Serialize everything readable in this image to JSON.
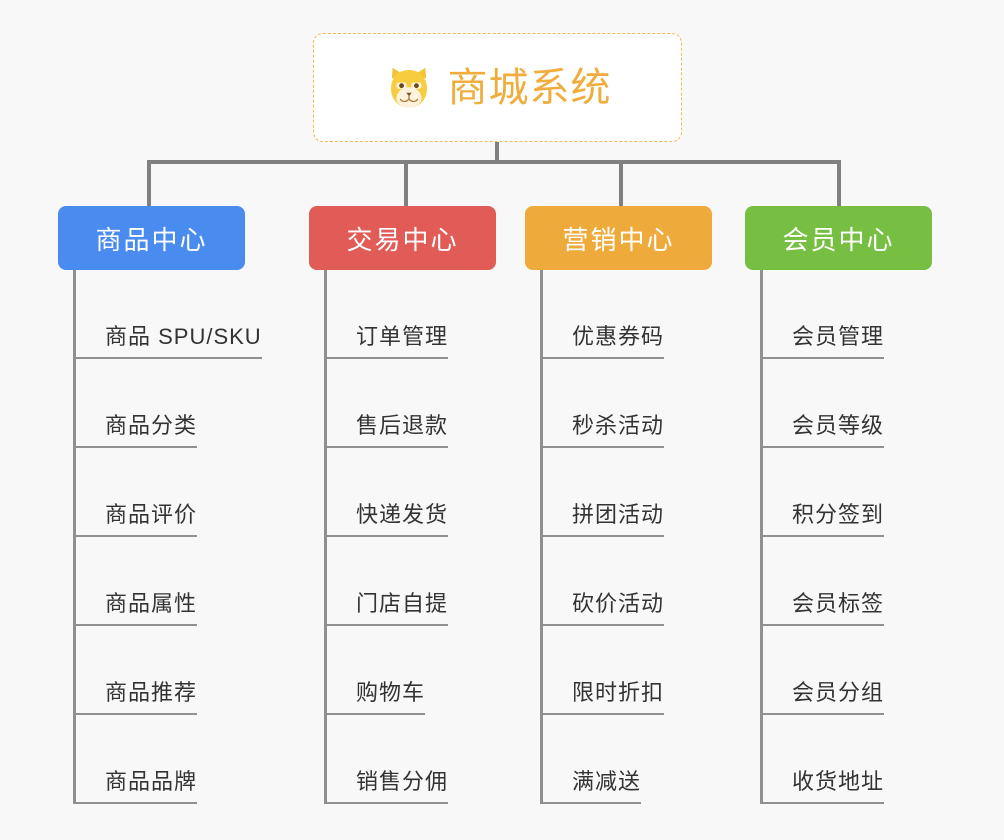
{
  "root": {
    "title": "商城系统",
    "icon": "shiba-dog-icon",
    "border_color": "#f0b952",
    "text_color": "#f0ad3d",
    "background": "#ffffff"
  },
  "canvas": {
    "background": "#f8f8f8",
    "connector_color": "#808080"
  },
  "columns": [
    {
      "title": "商品中心",
      "color": "#4a8bf0",
      "leaves": [
        "商品 SPU/SKU",
        "商品分类",
        "商品评价",
        "商品属性",
        "商品推荐",
        "商品品牌"
      ]
    },
    {
      "title": "交易中心",
      "color": "#e15b57",
      "leaves": [
        "订单管理",
        "售后退款",
        "快递发货",
        "门店自提",
        "购物车",
        "销售分佣"
      ]
    },
    {
      "title": "营销中心",
      "color": "#eeab3c",
      "leaves": [
        "优惠券码",
        "秒杀活动",
        "拼团活动",
        "砍价活动",
        "限时折扣",
        "满减送"
      ]
    },
    {
      "title": "会员中心",
      "color": "#76bf43",
      "leaves": [
        "会员管理",
        "会员等级",
        "积分签到",
        "会员标签",
        "会员分组",
        "收货地址"
      ]
    }
  ]
}
